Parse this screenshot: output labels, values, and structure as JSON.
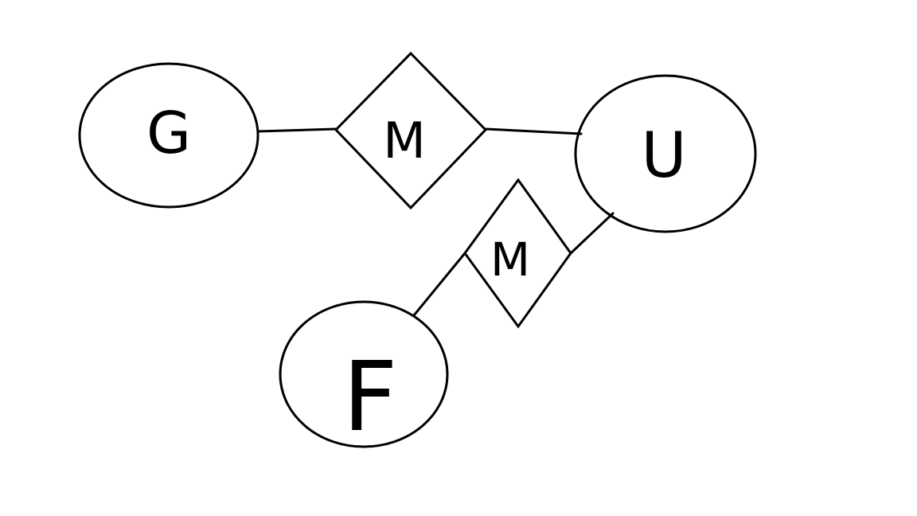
{
  "diagram": {
    "nodes": [
      {
        "id": "G",
        "shape": "ellipse",
        "label": "G"
      },
      {
        "id": "U",
        "shape": "ellipse",
        "label": "U"
      },
      {
        "id": "F",
        "shape": "ellipse",
        "label": "F"
      },
      {
        "id": "M1",
        "shape": "diamond",
        "label": "M"
      },
      {
        "id": "M2",
        "shape": "diamond",
        "label": "M"
      }
    ],
    "edges": [
      {
        "from": "G",
        "to": "M1"
      },
      {
        "from": "M1",
        "to": "U"
      },
      {
        "from": "U",
        "to": "M2"
      },
      {
        "from": "M2",
        "to": "F"
      }
    ],
    "colors": {
      "stroke": "#000000",
      "background": "#ffffff"
    }
  }
}
